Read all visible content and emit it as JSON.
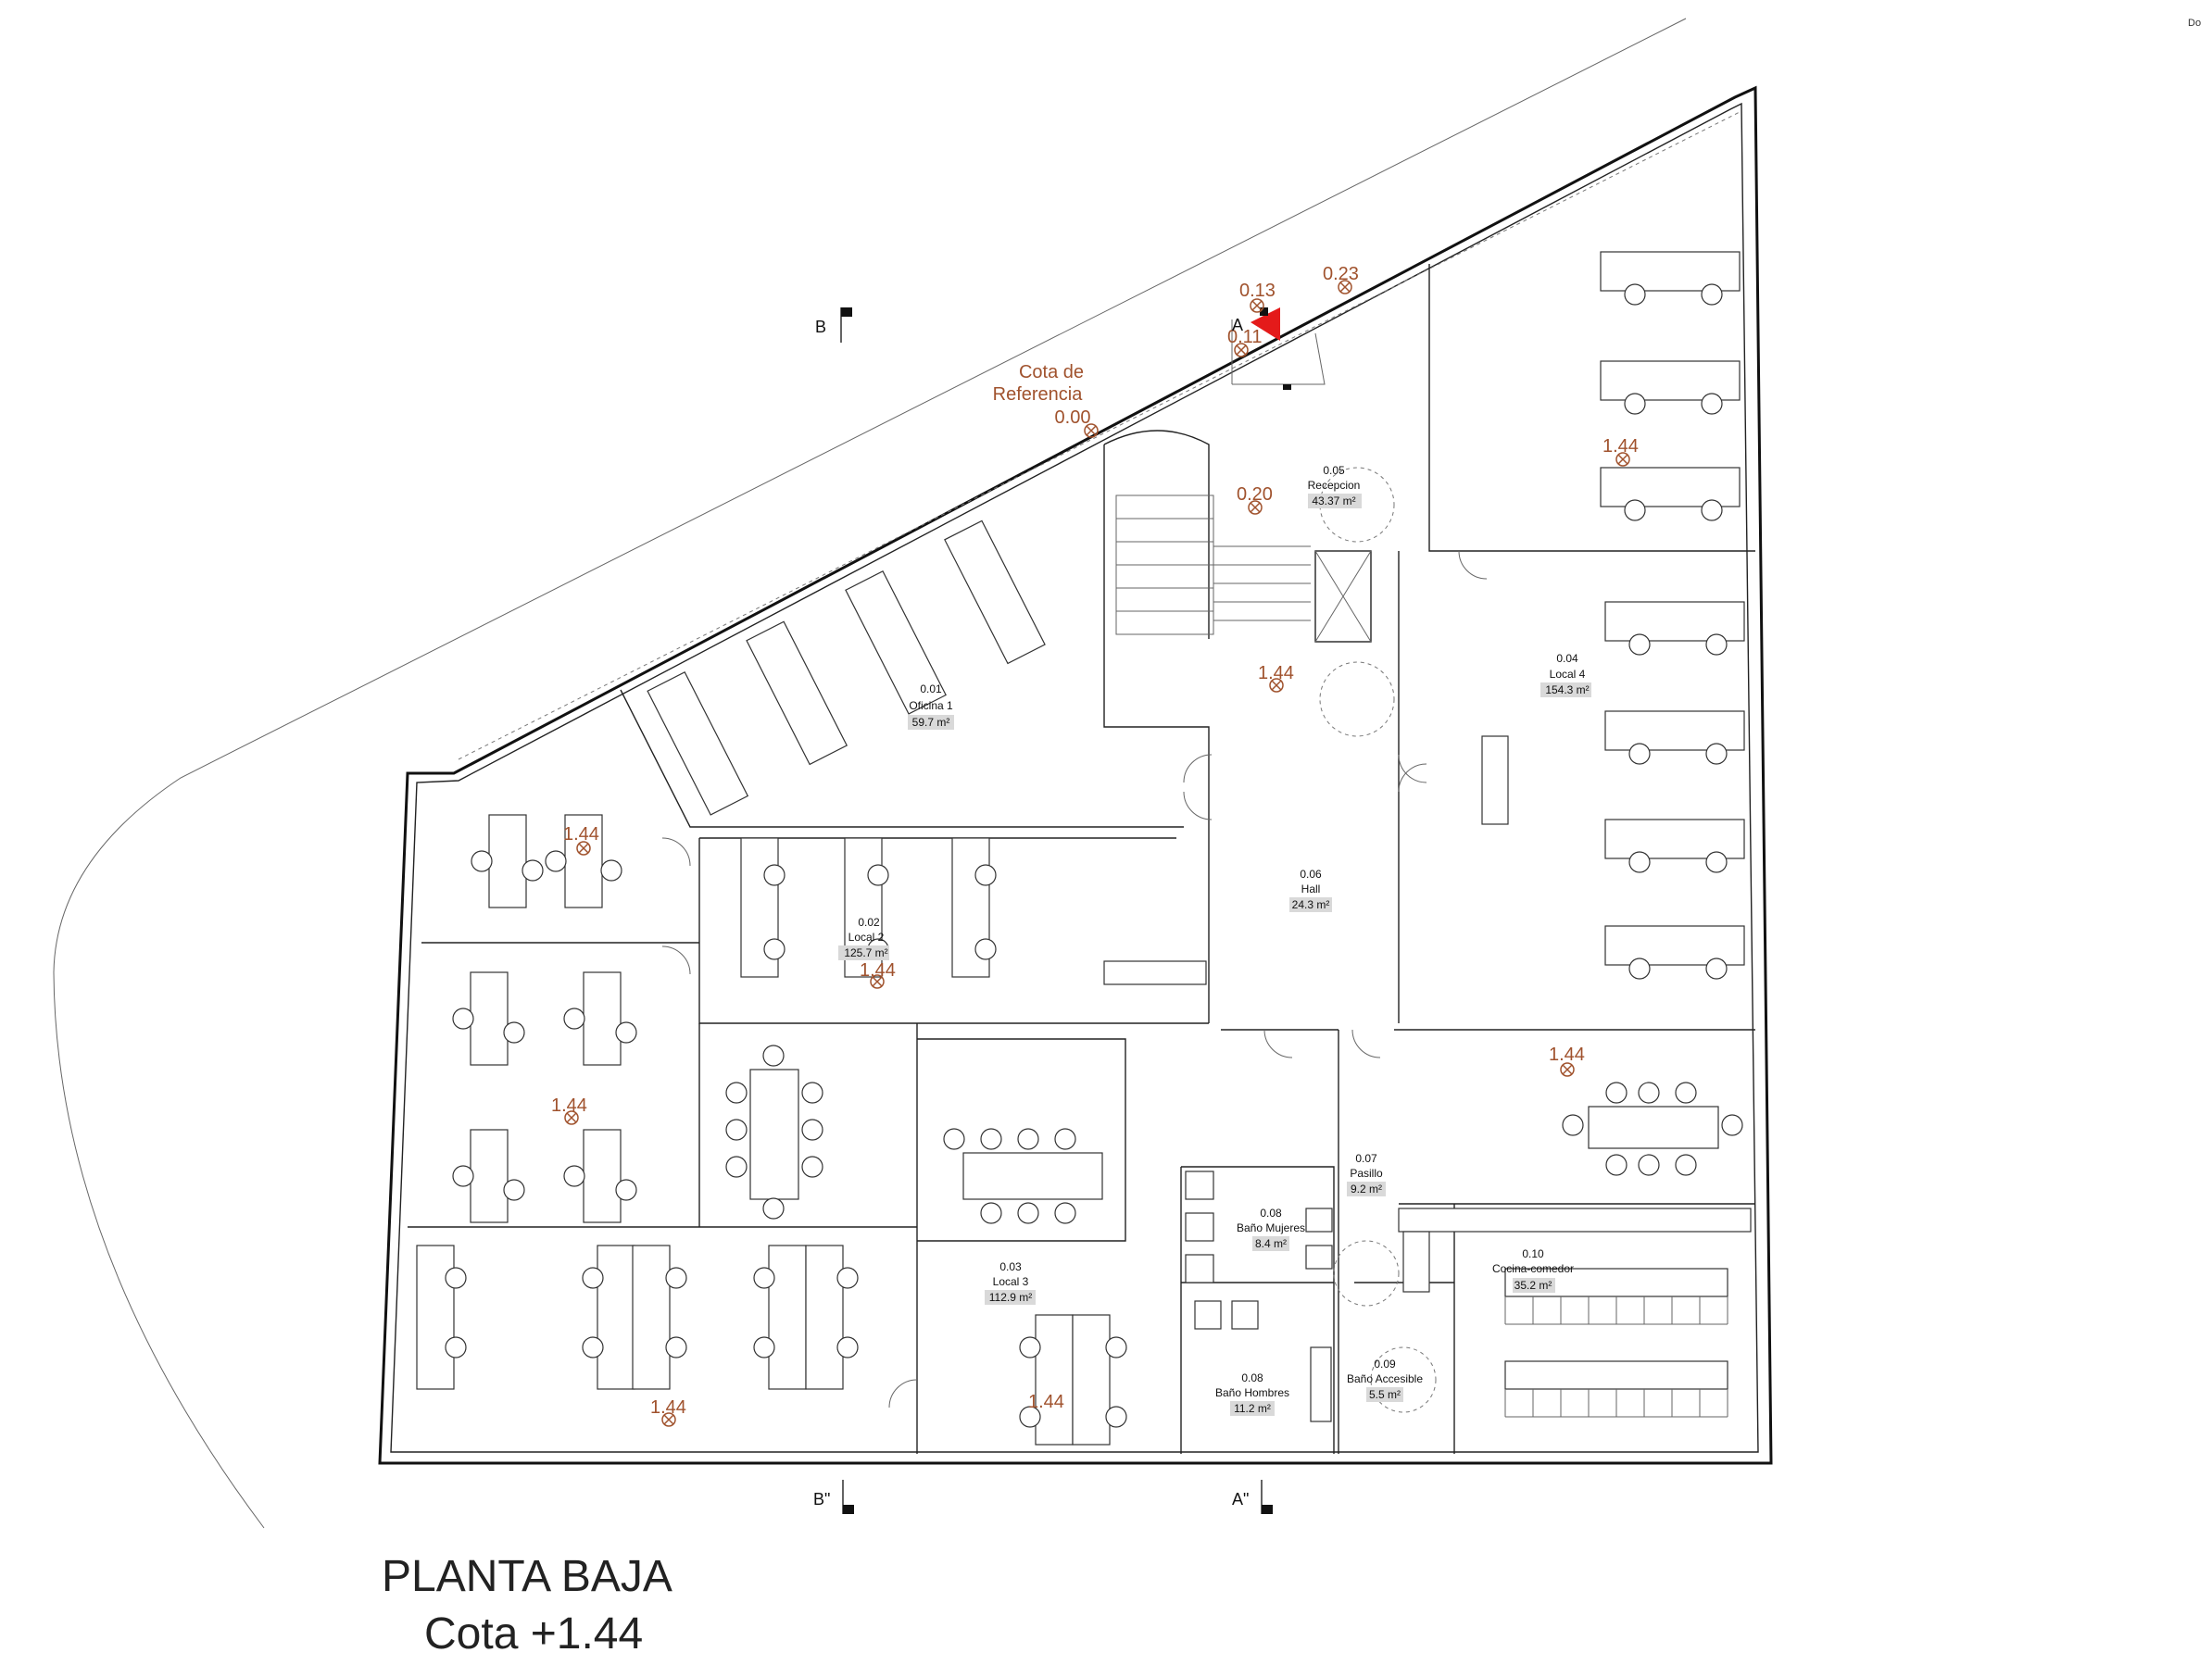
{
  "title": {
    "line1": "PLANTA BAJA",
    "line2": "Cota +1.44"
  },
  "corner_text": "Do",
  "reference": {
    "line1": "Cota de",
    "line2": "Referencia",
    "value": "0.00"
  },
  "sections": {
    "B_top": "B",
    "A_top": "A",
    "B_bottom": "B\"",
    "A_bottom": "A\""
  },
  "rooms": [
    {
      "id": "0.01",
      "name": "Oficina 1",
      "area": "59.7 m²"
    },
    {
      "id": "0.02",
      "name": "Local 2",
      "area": "125.7 m²"
    },
    {
      "id": "0.03",
      "name": "Local 3",
      "area": "112.9 m²"
    },
    {
      "id": "0.04",
      "name": "Local 4",
      "area": "154.3 m²"
    },
    {
      "id": "0.05",
      "name": "Recepcion",
      "area": "43.37 m²"
    },
    {
      "id": "0.06",
      "name": "Hall",
      "area": "24.3 m²"
    },
    {
      "id": "0.07",
      "name": "Pasillo",
      "area": "9.2 m²"
    },
    {
      "id": "0.08",
      "name": "Baño Mujeres",
      "area": "8.4 m²"
    },
    {
      "id": "0.08",
      "name": "Baño Hombres",
      "area": "11.2 m²"
    },
    {
      "id": "0.09",
      "name": "Baño Accesible",
      "area": "5.5 m²"
    },
    {
      "id": "0.10",
      "name": "Cocina-comedor",
      "area": "35.2 m²"
    }
  ],
  "levels": [
    "0.13",
    "0.23",
    "0.11",
    "0.20",
    "1.44",
    "1.44",
    "1.44",
    "1.44",
    "1.44",
    "1.44",
    "1.44",
    "1.44"
  ]
}
